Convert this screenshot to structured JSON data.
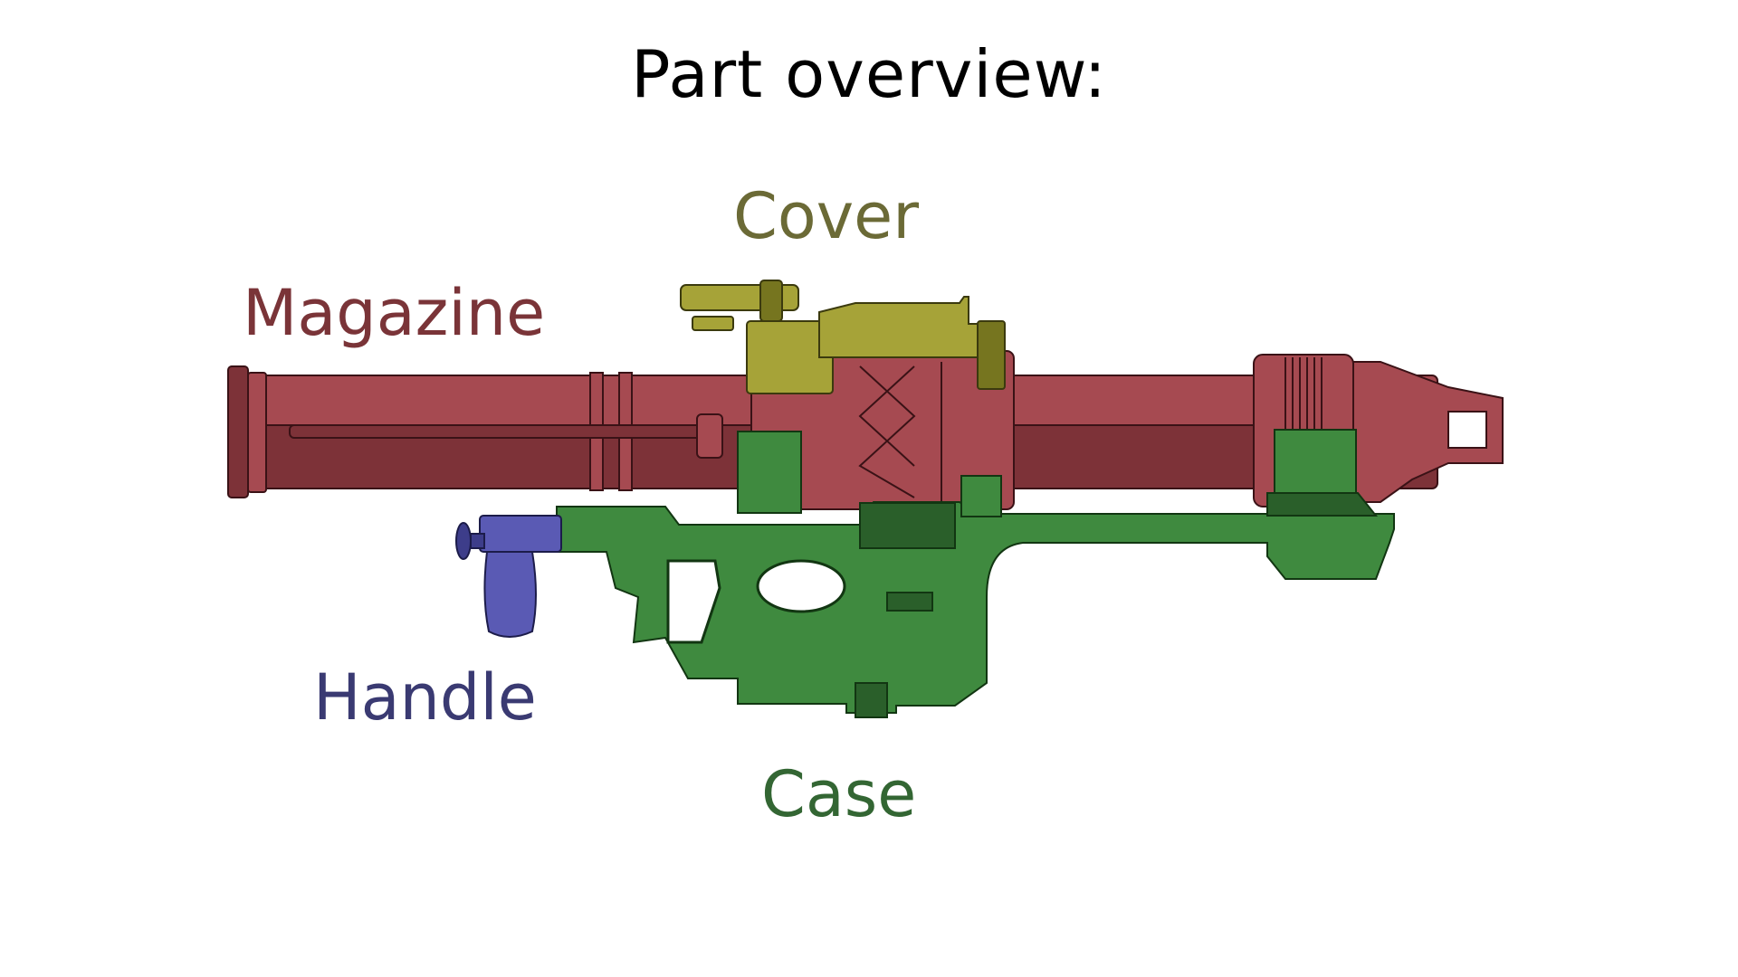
{
  "title": "Part overview:",
  "parts": {
    "magazine": {
      "label": "Magazine",
      "label_color": "#7a3438",
      "fill": "#a64a51",
      "fill_dark": "#7d3238"
    },
    "cover": {
      "label": "Cover",
      "label_color": "#6b6a36",
      "fill": "#a6a338",
      "fill_dark": "#76751f"
    },
    "handle": {
      "label": "Handle",
      "label_color": "#3a3a72",
      "fill": "#5a5ab4",
      "fill_dark": "#3d3d8a"
    },
    "case": {
      "label": "Case",
      "label_color": "#336633",
      "fill": "#3f8a3f",
      "fill_dark": "#2a5f2a"
    }
  }
}
